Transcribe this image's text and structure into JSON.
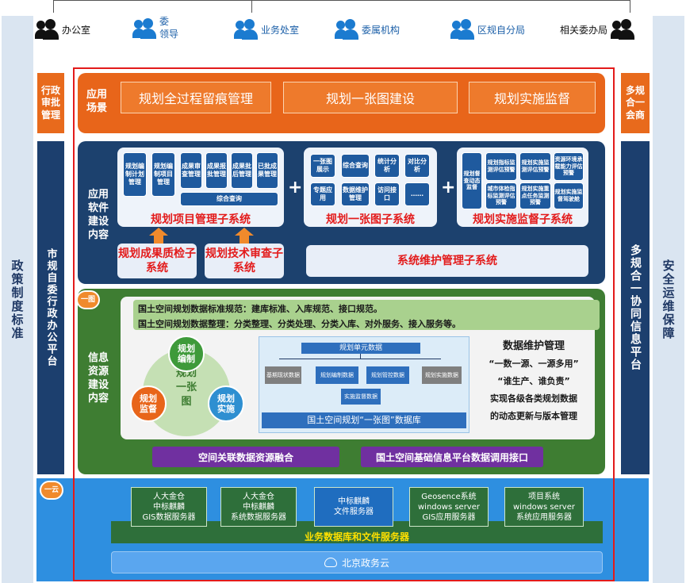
{
  "top_users": [
    {
      "label": "办公室",
      "style": "dark"
    },
    {
      "label": "委\n领导",
      "style": "blue"
    },
    {
      "label": "业务处室",
      "style": "blue"
    },
    {
      "label": "委属机构",
      "style": "blue"
    },
    {
      "label": "区规自分局",
      "style": "blue"
    },
    {
      "label": "相关委办局",
      "style": "dark"
    }
  ],
  "left_outer": "政策制度标准",
  "right_outer": "安全运维保障",
  "left_inner": {
    "top": "行政审批管理",
    "bottom": "市规自委行政办公平台"
  },
  "right_inner": {
    "top": "多规合一会商",
    "bottom": "多规合一协同信息平台"
  },
  "scenario": {
    "label": "应用场景",
    "items": [
      "规划全过程留痕管理",
      "规划一张图建设",
      "规划实施监督"
    ]
  },
  "software": {
    "label": "应用软件建设内容",
    "project_mgmt": {
      "modules": [
        "规划编制计划管理",
        "规划编制项目管理",
        "成果审查管理",
        "成果报批管理",
        "成果批后管理",
        "已批成果管理"
      ],
      "query": "综合查询",
      "title": "规划项目管理子系统"
    },
    "plus": "+",
    "one_map": {
      "modules": [
        "一张图展示",
        "综合查询",
        "统计分析",
        "对比分析",
        "专题应用",
        "数据维护管理",
        "访问接口",
        "……"
      ],
      "title": "规划一张图子系统"
    },
    "supervision": {
      "modules": [
        "规划督查动态监督",
        "规划指标监测评估预警",
        "规划实施监测评估预警",
        "资源环境承载能力评估预警",
        "城市体检指标监测评估预警",
        "规划实施重点任务监测预警",
        "规划实施监督驾驶舱"
      ],
      "title": "规划实施监督子系统"
    },
    "quality_check": "规划成果质检子系统",
    "tech_review": "规划技术审查子系统",
    "maintenance": "系统维护管理子系统"
  },
  "info": {
    "badge": "一图",
    "label": "信息资源建设内容",
    "standards": [
      "国土空间规划数据标准规范：建库标准、入库规范、接口规范。",
      "国土空间规划数据整理：分类整理、分类处理、分类入库、对外服务、接入服务等。"
    ],
    "cycle": {
      "center": "规划一张图",
      "nodes": [
        "规划编制",
        "规划实施",
        "规划监督"
      ]
    },
    "db": {
      "root": "规划单元数据",
      "children": [
        "基期现状数据",
        "规划编制数据",
        "规划管控数据",
        "规划实施数据"
      ],
      "merge": "实施监督数据",
      "title": "国土空间规划“一张图”数据库"
    },
    "maintenance": {
      "title": "数据维护管理",
      "lines": [
        "“一数一源、一源多用”",
        "“谁生产、谁负责”",
        "实现各级各类规划数据",
        "的动态更新与版本管理"
      ]
    },
    "bottom_buttons": [
      "空间关联数据资源融合",
      "国土空间基础信息平台数据调用接口"
    ]
  },
  "cloud": {
    "badge": "一云",
    "servers": [
      "人大金仓\n中标麒麟\nGIS数据服务器",
      "人大金仓\n中标麒麟\n系统数据服务器",
      "中标麒麟\n文件服务器",
      "Geosence系统\nwindows server\nGIS应用服务器",
      "项目系统\nwindows server\n系统应用服务器"
    ],
    "bar": "业务数据库和文件服务器",
    "cloud_label": "北京政务云"
  }
}
